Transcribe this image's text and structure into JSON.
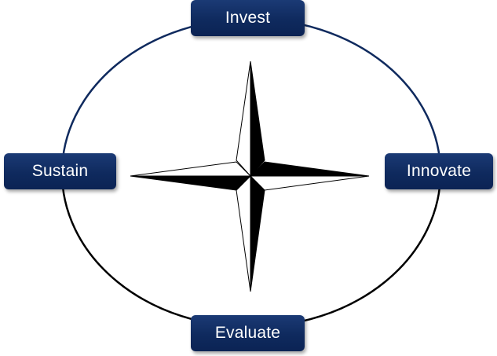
{
  "nodes": {
    "top": "Invest",
    "left": "Sustain",
    "right": "Innovate",
    "bottom": "Evaluate"
  },
  "colors": {
    "node_fill": "#0f2a5e",
    "node_text": "#ffffff",
    "cycle_upper": "#0f2a5e",
    "cycle_lower": "#000000",
    "compass_dark": "#000000",
    "compass_light": "#ffffff"
  },
  "icon": "compass-rose-icon"
}
